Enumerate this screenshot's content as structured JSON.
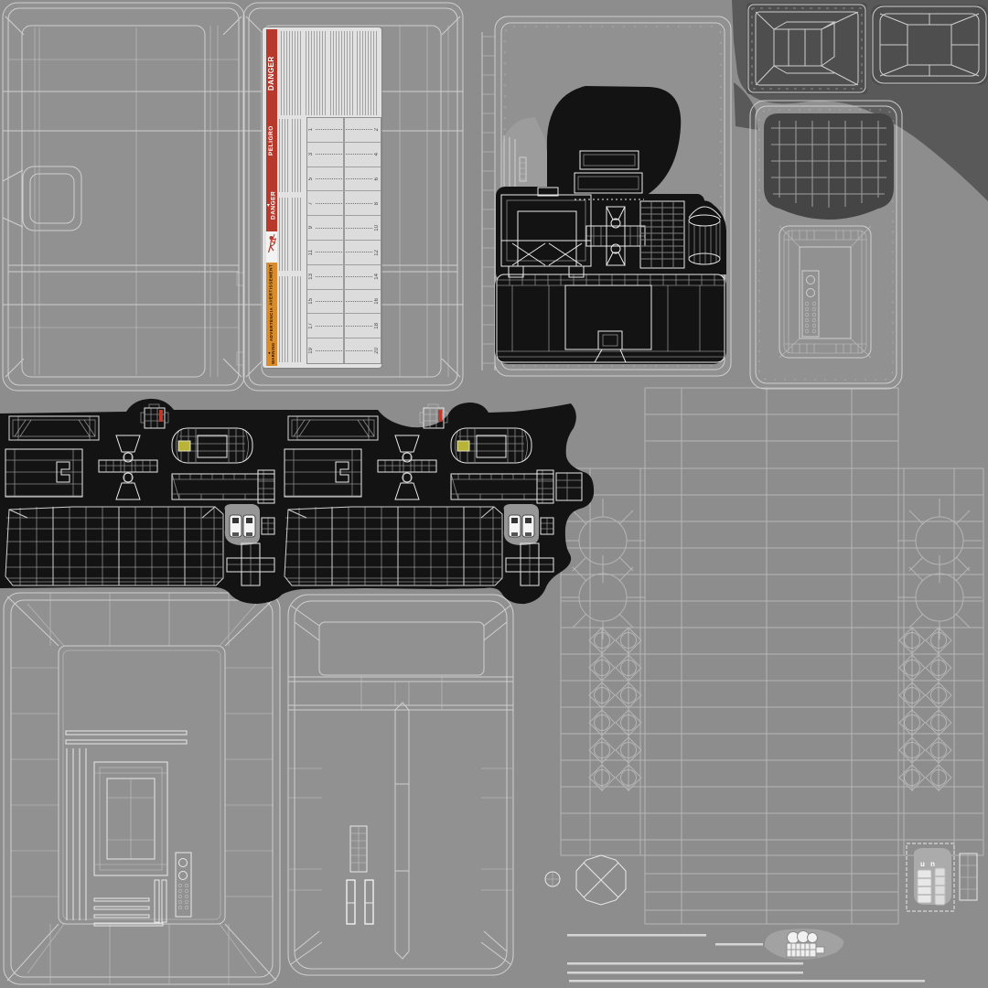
{
  "colors": {
    "background": "#8d8d8d",
    "dark_region": "#595959",
    "island_black": "#131313",
    "wireframe": "#e9e9e9",
    "label_background": "#e2e2e2",
    "danger_red": "#b6392c",
    "warning_orange": "#d98c2b",
    "breaker_yellow": "#b9b337"
  },
  "warning_label": {
    "bands": [
      {
        "text": "DANGER"
      },
      {
        "text": "PELIGRO"
      },
      {
        "text": "DANGER",
        "icon": "warning-triangle"
      },
      {
        "icon": "shock-hazard"
      },
      {
        "text": "AVERTISSEMENT"
      },
      {
        "text": "ADVERTENCIA"
      },
      {
        "text": "WARNING",
        "icon": "warning-triangle"
      }
    ],
    "circuit_directory": {
      "rows": [
        {
          "left": "1",
          "right": "2"
        },
        {
          "left": "3",
          "right": "4"
        },
        {
          "left": "5",
          "right": "6"
        },
        {
          "left": "7",
          "right": "8"
        },
        {
          "left": "9",
          "right": "10"
        },
        {
          "left": "11",
          "right": "12"
        },
        {
          "left": "13",
          "right": "14"
        },
        {
          "left": "15",
          "right": "16"
        },
        {
          "left": "17",
          "right": "18"
        },
        {
          "left": "19",
          "right": "20"
        }
      ]
    }
  },
  "un_marking": {
    "text": "u n"
  },
  "icons": {
    "warning_triangle": "▲",
    "shock_hazard": "shock-figure"
  }
}
